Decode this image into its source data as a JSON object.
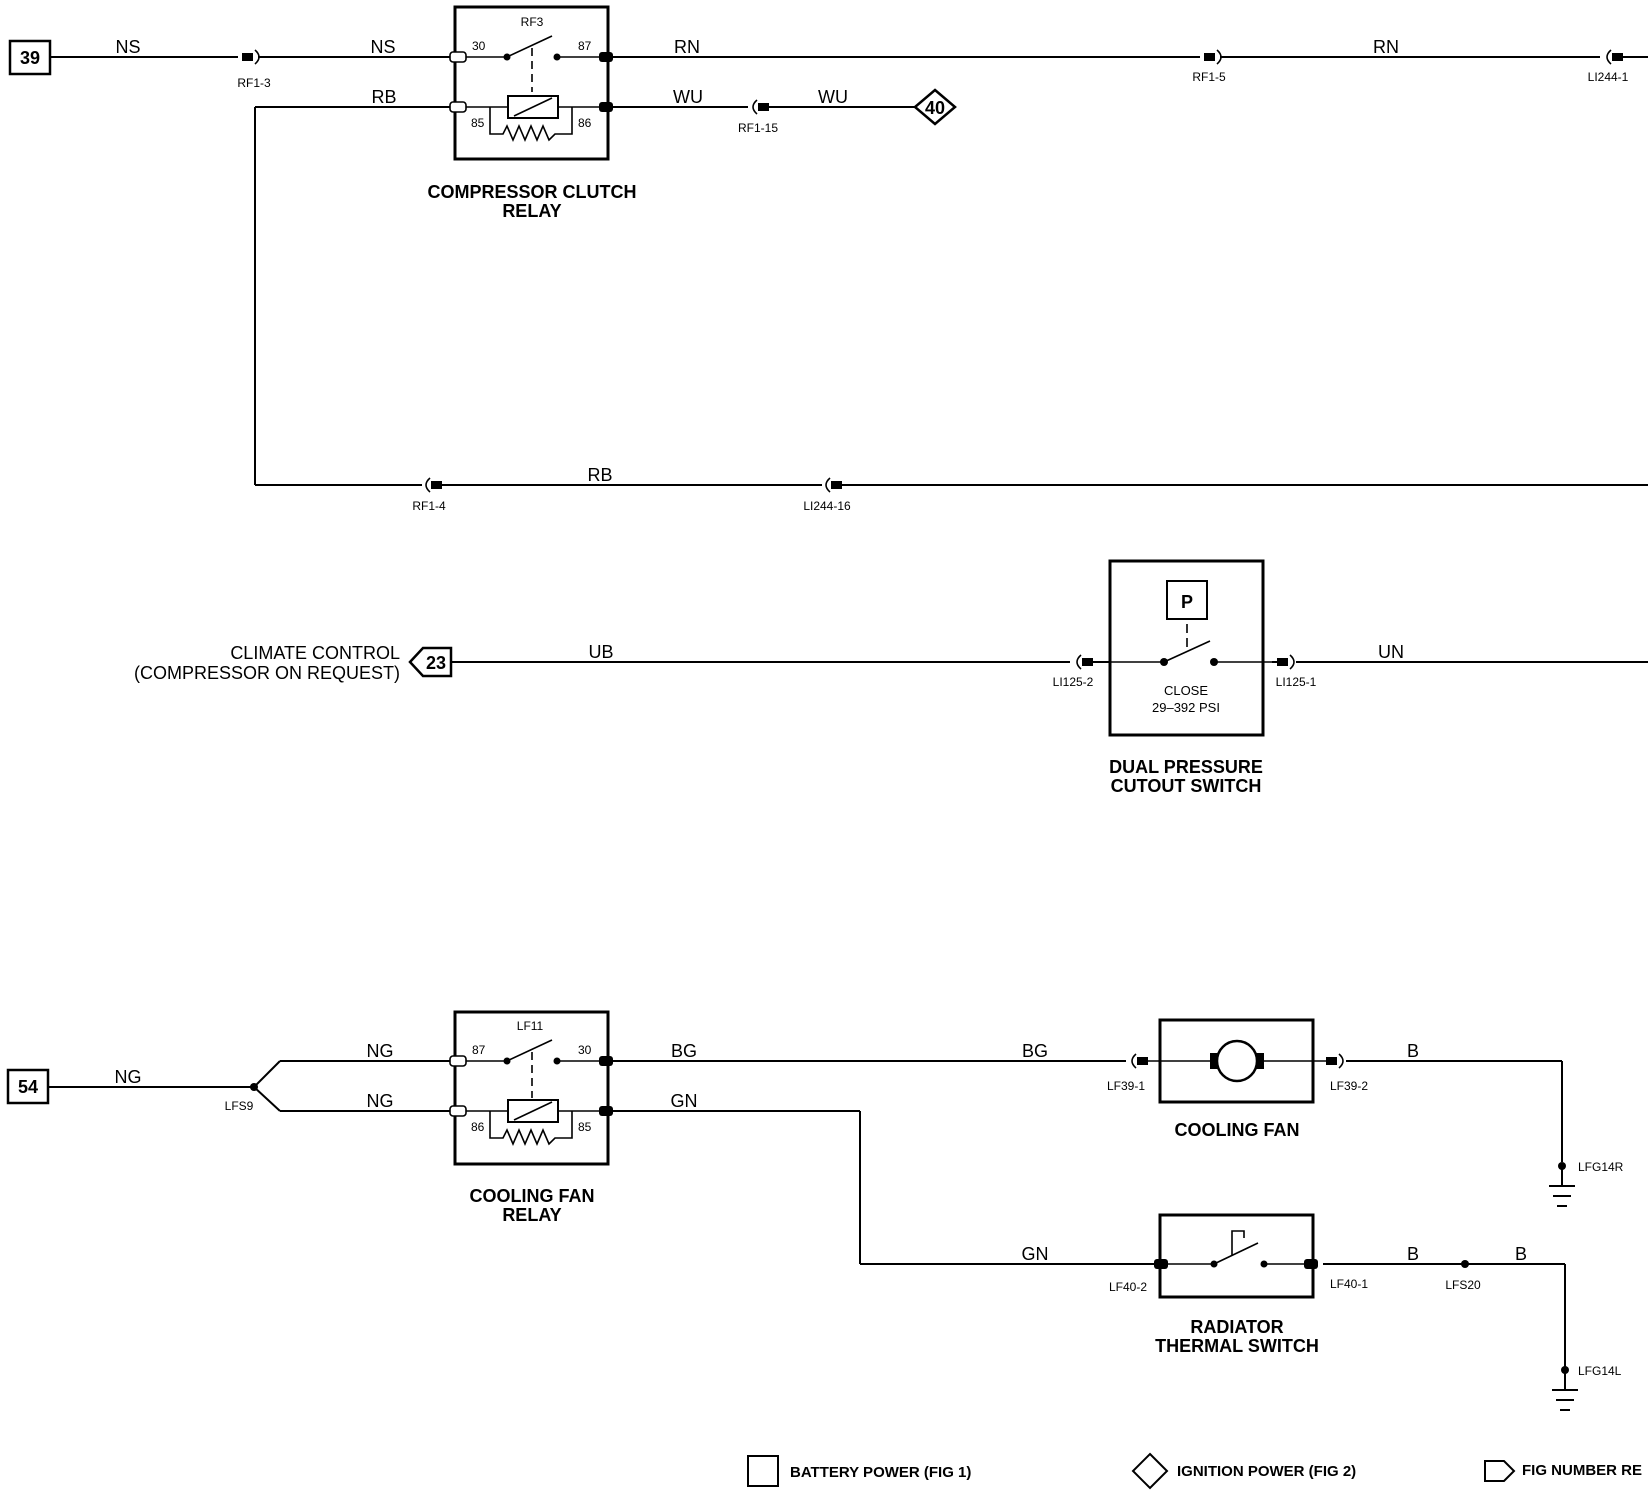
{
  "sheet_refs": {
    "battery_39": "39",
    "battery_54": "54",
    "ignition_40": "40",
    "fig_23": "23"
  },
  "wires": {
    "ns_a": "NS",
    "ns_b": "NS",
    "rn_a": "RN",
    "rn_b": "RN",
    "rb_a": "RB",
    "wu_a": "WU",
    "wu_b": "WU",
    "rb_b": "RB",
    "ub": "UB",
    "un": "UN",
    "ng_a": "NG",
    "ng_b": "NG",
    "ng_c": "NG",
    "bg_a": "BG",
    "bg_b": "BG",
    "gn_a": "GN",
    "gn_b": "GN",
    "b_a": "B",
    "b_b": "B",
    "b_c": "B"
  },
  "connectors": {
    "rf1_3": "RF1-3",
    "rf1_5": "RF1-5",
    "li244_1": "LI244-1",
    "rf1_15": "RF1-15",
    "rf1_4": "RF1-4",
    "li244_16": "LI244-16",
    "li125_2": "LI125-2",
    "li125_1": "LI125-1",
    "lfs9": "LFS9",
    "lf39_1": "LF39-1",
    "lf39_2": "LF39-2",
    "lfg14r": "LFG14R",
    "lf40_2": "LF40-2",
    "lf40_1": "LF40-1",
    "lfs20": "LFS20",
    "lfg14l": "LFG14L"
  },
  "compressor_relay": {
    "id": "RF3",
    "pin_30": "30",
    "pin_87": "87",
    "pin_85": "85",
    "pin_86": "86",
    "name_line1": "COMPRESSOR CLUTCH",
    "name_line2": "RELAY"
  },
  "fan_relay": {
    "id": "LF11",
    "pin_87": "87",
    "pin_30": "30",
    "pin_86": "86",
    "pin_85": "85",
    "name_line1": "COOLING FAN",
    "name_line2": "RELAY"
  },
  "pressure_switch": {
    "symbol": "P",
    "spec_line1": "CLOSE",
    "spec_line2": "29–392 PSI",
    "name_line1": "DUAL PRESSURE",
    "name_line2": "CUTOUT SWITCH"
  },
  "climate_control": {
    "line1": "CLIMATE CONTROL",
    "line2": "(COMPRESSOR ON REQUEST)"
  },
  "cooling_fan": {
    "name": "COOLING FAN"
  },
  "thermal_switch": {
    "name_line1": "RADIATOR",
    "name_line2": "THERMAL SWITCH"
  },
  "legend": {
    "battery": "BATTERY POWER (FIG 1)",
    "ignition": "IGNITION POWER (FIG 2)",
    "fig_number": "FIG NUMBER RE"
  }
}
